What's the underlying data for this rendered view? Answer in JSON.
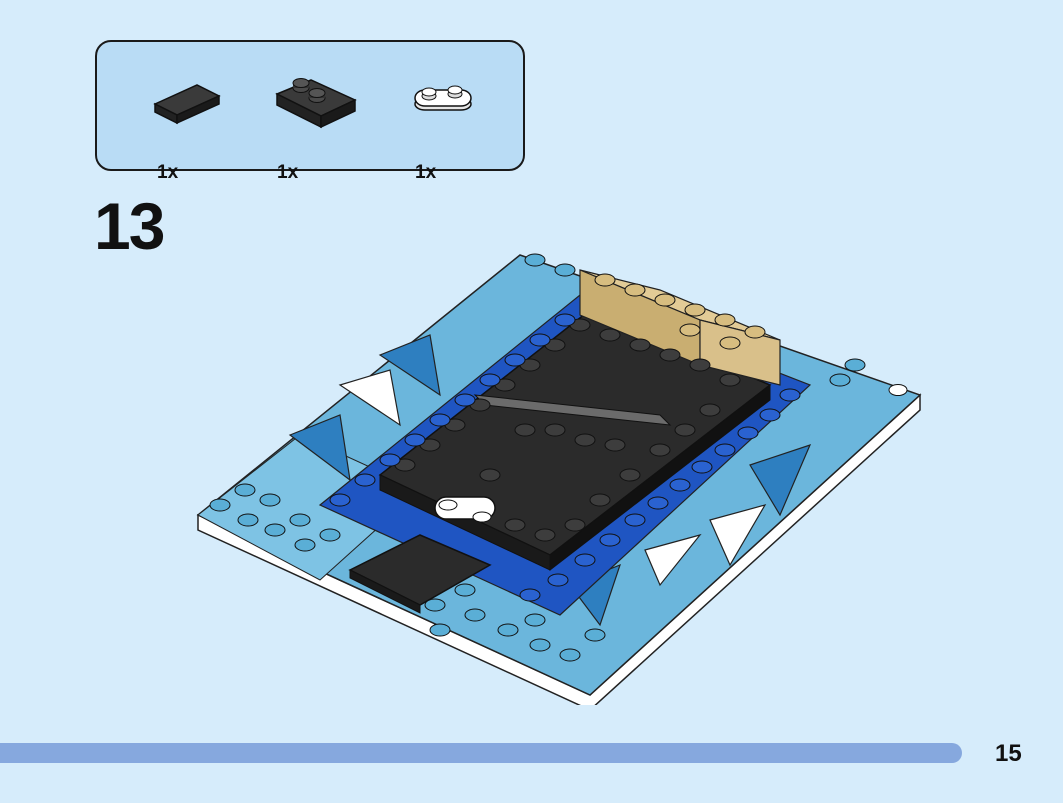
{
  "parts_list": {
    "items": [
      {
        "name": "black-tile-icon",
        "quantity": "1x"
      },
      {
        "name": "black-plate-icon",
        "quantity": "1x"
      },
      {
        "name": "white-round-plate-icon",
        "quantity": "1x"
      }
    ]
  },
  "step": {
    "number": "13"
  },
  "page": {
    "number": "15"
  },
  "colors": {
    "background": "#d6ecfb",
    "parts_box": "#b9dcf5",
    "progress": "#86a8de",
    "light_blue": "#5fb1d8",
    "dark_blue": "#1f55c2",
    "black": "#2b2b2b",
    "tan": "#d9c391",
    "white": "#ffffff"
  }
}
